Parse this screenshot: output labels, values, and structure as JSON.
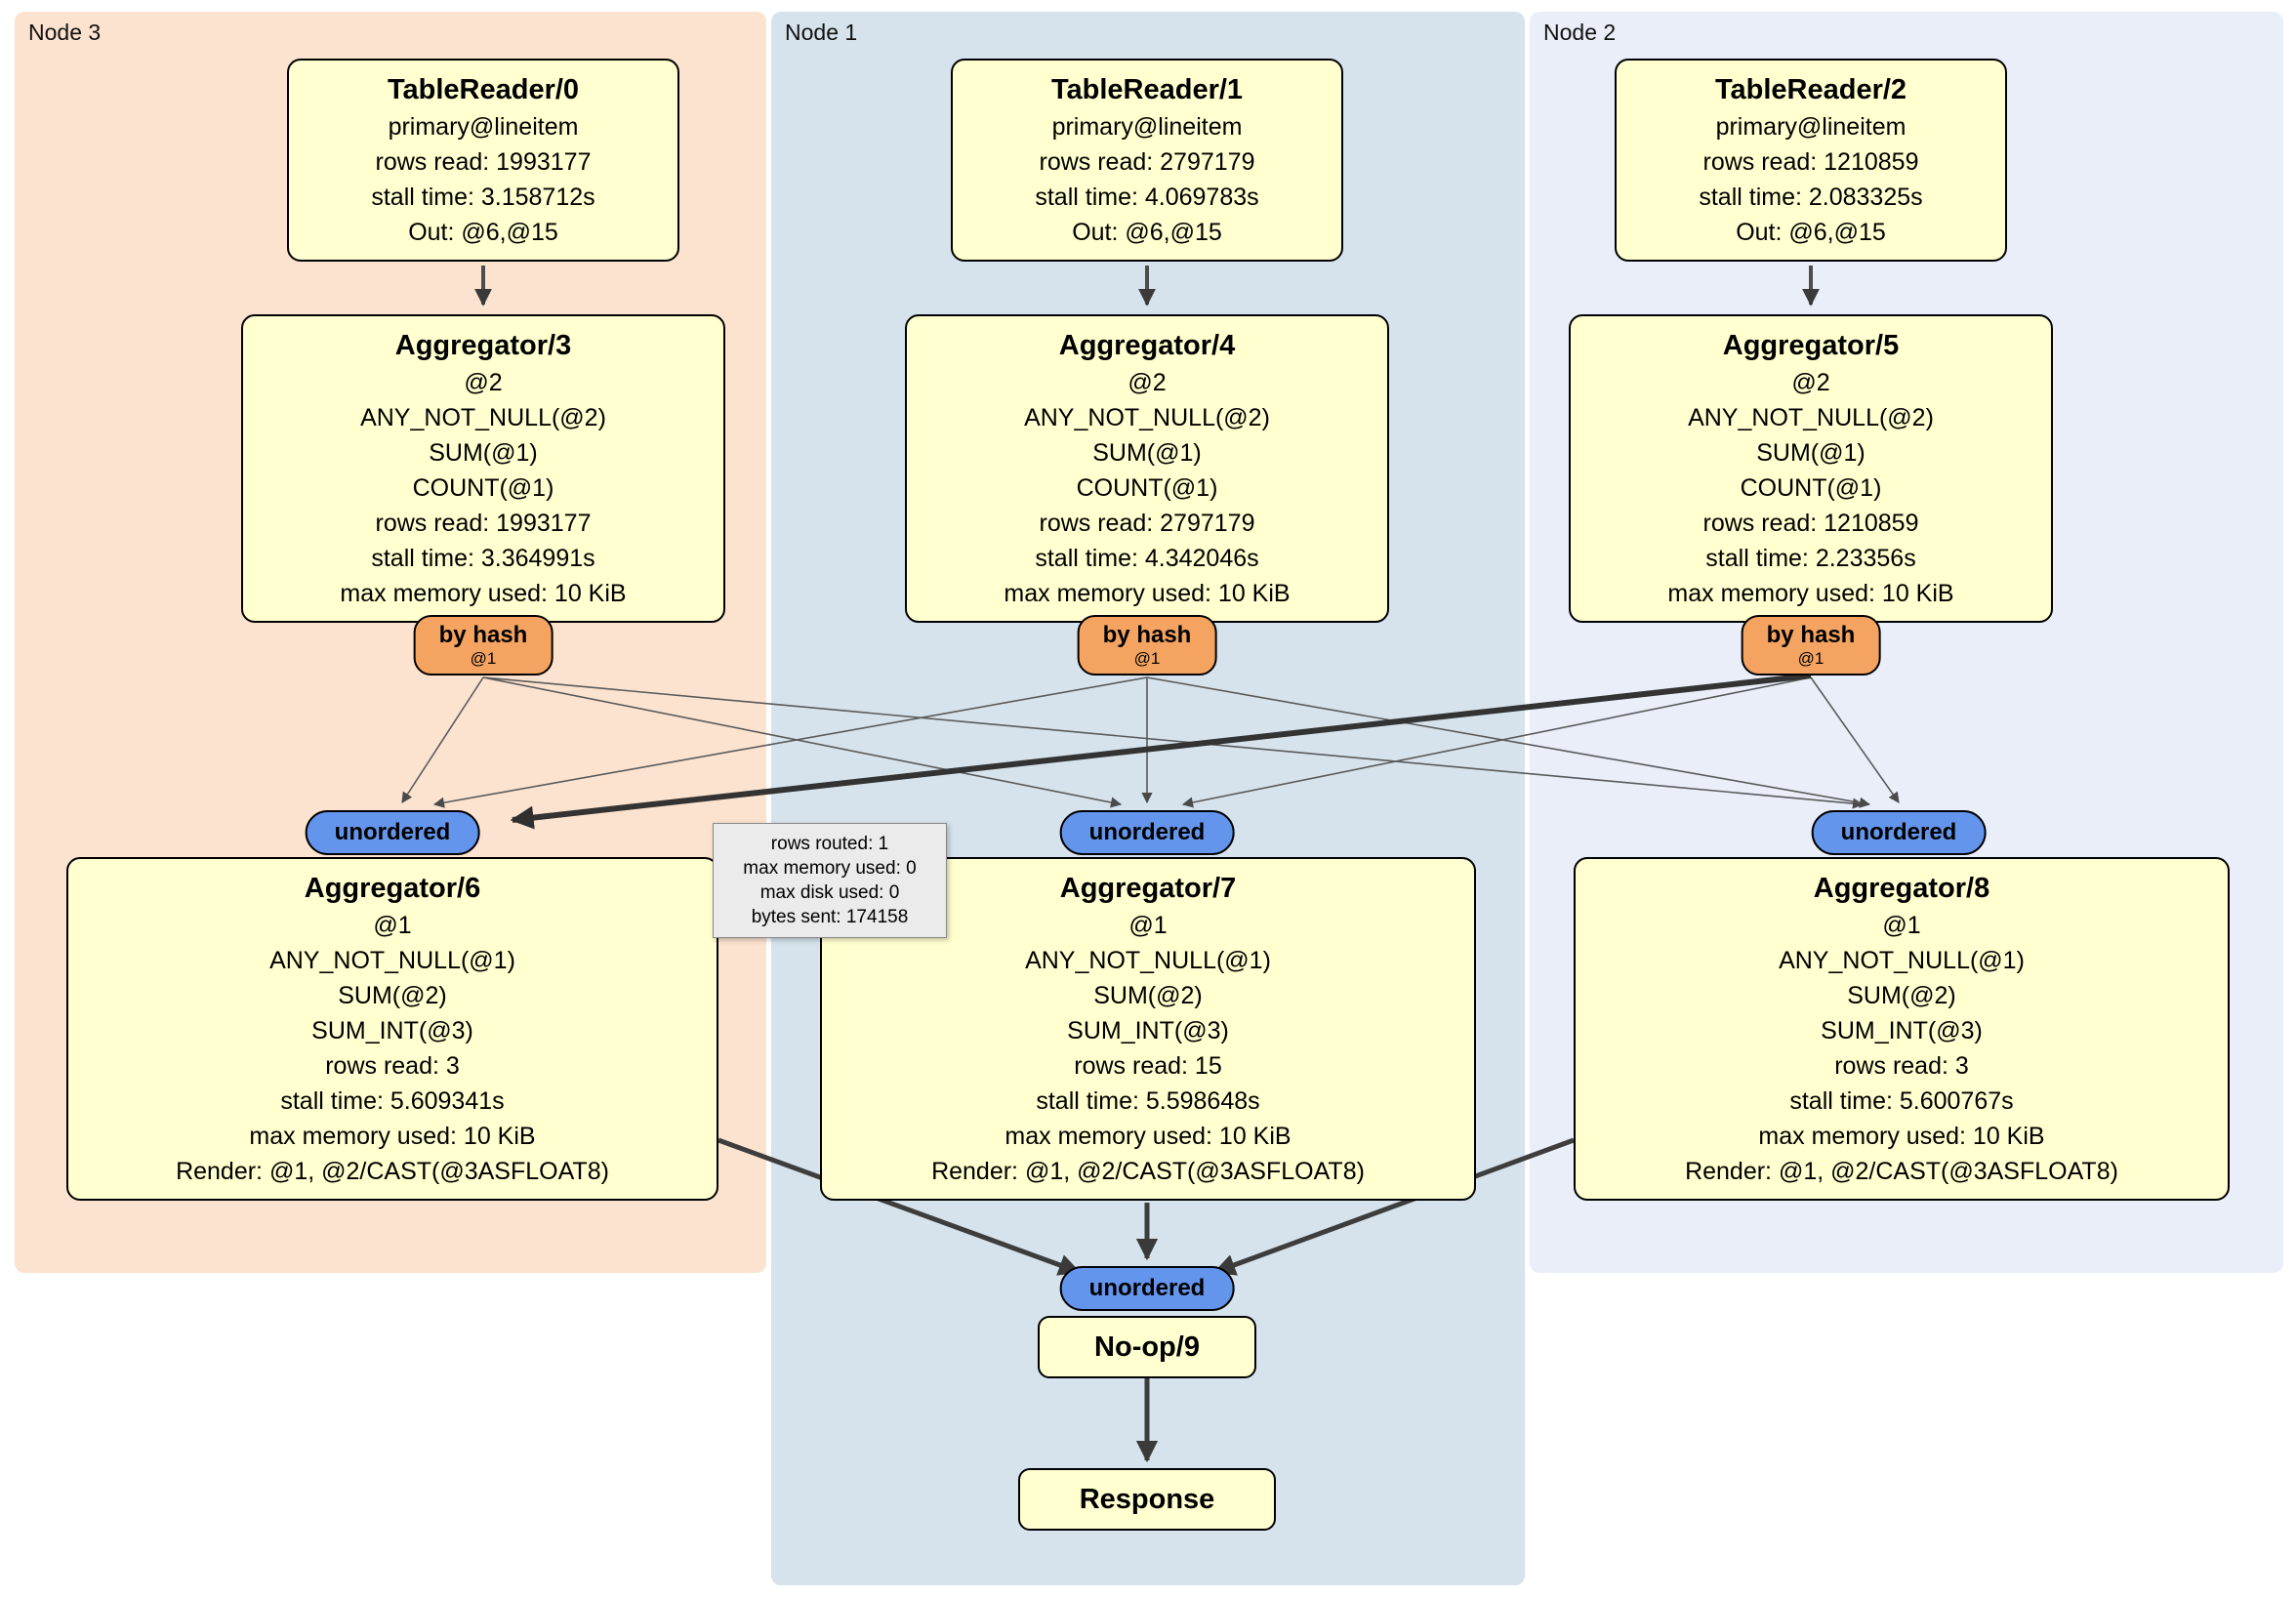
{
  "colors": {
    "node3_region": "#fce3cf",
    "node1_region": "#d6e3ec",
    "node2_region": "#e9eef9",
    "box_fill": "#ffffcf",
    "router_fill": "#f4a460",
    "sync_fill": "#6495ed",
    "tooltip_fill": "#ebebeb"
  },
  "nodes": [
    {
      "label": "Node 3",
      "table_reader": {
        "title": "TableReader/0",
        "lines": [
          "primary@lineitem",
          "rows read: 1993177",
          "stall time: 3.158712s",
          "Out: @6,@15"
        ]
      },
      "aggregator_top": {
        "title": "Aggregator/3",
        "lines": [
          "@2",
          "ANY_NOT_NULL(@2)",
          "SUM(@1)",
          "COUNT(@1)",
          "rows read: 1993177",
          "stall time: 3.364991s",
          "max memory used: 10 KiB"
        ]
      },
      "router": {
        "label": "by hash",
        "detail": "@1"
      },
      "sync": {
        "label": "unordered"
      },
      "aggregator_bottom": {
        "title": "Aggregator/6",
        "lines": [
          "@1",
          "ANY_NOT_NULL(@1)",
          "SUM(@2)",
          "SUM_INT(@3)",
          "rows read: 3",
          "stall time: 5.609341s",
          "max memory used: 10 KiB",
          "Render: @1, @2/CAST(@3ASFLOAT8)"
        ]
      }
    },
    {
      "label": "Node 1",
      "table_reader": {
        "title": "TableReader/1",
        "lines": [
          "primary@lineitem",
          "rows read: 2797179",
          "stall time: 4.069783s",
          "Out: @6,@15"
        ]
      },
      "aggregator_top": {
        "title": "Aggregator/4",
        "lines": [
          "@2",
          "ANY_NOT_NULL(@2)",
          "SUM(@1)",
          "COUNT(@1)",
          "rows read: 2797179",
          "stall time: 4.342046s",
          "max memory used: 10 KiB"
        ]
      },
      "router": {
        "label": "by hash",
        "detail": "@1"
      },
      "sync": {
        "label": "unordered"
      },
      "aggregator_bottom": {
        "title": "Aggregator/7",
        "lines": [
          "@1",
          "ANY_NOT_NULL(@1)",
          "SUM(@2)",
          "SUM_INT(@3)",
          "rows read: 15",
          "stall time: 5.598648s",
          "max memory used: 10 KiB",
          "Render: @1, @2/CAST(@3ASFLOAT8)"
        ]
      }
    },
    {
      "label": "Node 2",
      "table_reader": {
        "title": "TableReader/2",
        "lines": [
          "primary@lineitem",
          "rows read: 1210859",
          "stall time: 2.083325s",
          "Out: @6,@15"
        ]
      },
      "aggregator_top": {
        "title": "Aggregator/5",
        "lines": [
          "@2",
          "ANY_NOT_NULL(@2)",
          "SUM(@1)",
          "COUNT(@1)",
          "rows read: 1210859",
          "stall time: 2.23356s",
          "max memory used: 10 KiB"
        ]
      },
      "router": {
        "label": "by hash",
        "detail": "@1"
      },
      "sync": {
        "label": "unordered"
      },
      "aggregator_bottom": {
        "title": "Aggregator/8",
        "lines": [
          "@1",
          "ANY_NOT_NULL(@1)",
          "SUM(@2)",
          "SUM_INT(@3)",
          "rows read: 3",
          "stall time: 5.600767s",
          "max memory used: 10 KiB",
          "Render: @1, @2/CAST(@3ASFLOAT8)"
        ]
      }
    }
  ],
  "final_stage": {
    "sync_label": "unordered",
    "noop_title": "No-op/9",
    "response_title": "Response"
  },
  "tooltip": {
    "lines": [
      "rows routed: 1",
      "max memory used: 0",
      "max disk used: 0",
      "bytes sent: 174158"
    ]
  }
}
